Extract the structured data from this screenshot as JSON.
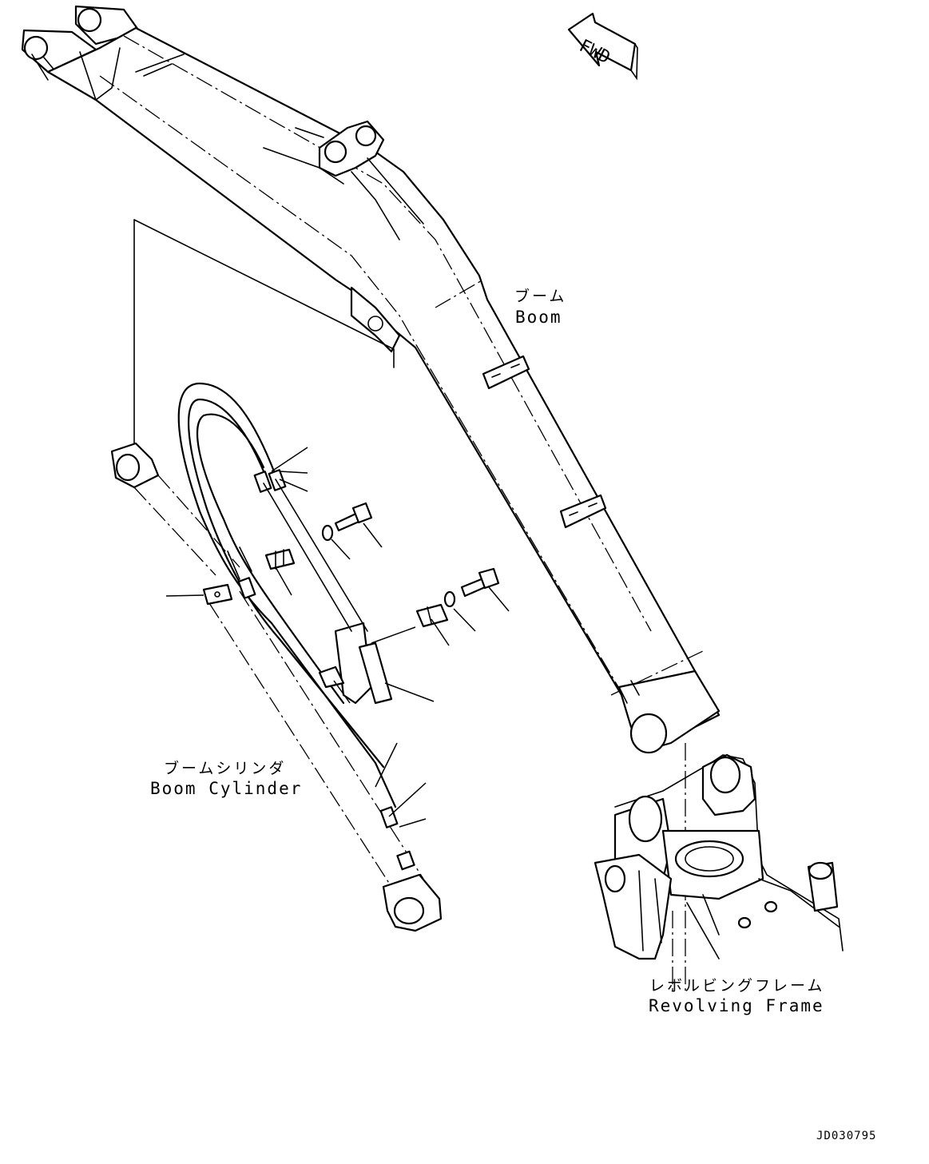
{
  "labels": {
    "boom_jp": "ブーム",
    "boom_en": "Boom",
    "cylinder_jp": "ブームシリンダ",
    "cylinder_en": "Boom Cylinder",
    "frame_jp": "レボルビングフレーム",
    "frame_en": "Revolving Frame",
    "direction": "FWD",
    "drawing_code": "JD030795"
  },
  "colors": {
    "line": "#000000",
    "background": "#ffffff"
  }
}
